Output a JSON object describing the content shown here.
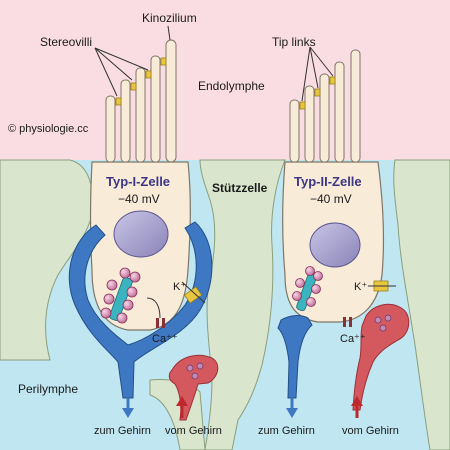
{
  "labels": {
    "kinozilium": "Kinozilium",
    "stereovilli": "Stereovilli",
    "tip_links": "Tip links",
    "endolymphe": "Endolymphe",
    "copyright": "© physiologie.cc",
    "stuetzzelle": "Stützzelle",
    "perilymphe": "Perilymphe",
    "zum_gehirn_left": "zum Gehirn",
    "vom_gehirn_left": "vom Gehirn",
    "zum_gehirn_right": "zum Gehirn",
    "vom_gehirn_right": "vom Gehirn"
  },
  "cells": [
    {
      "name": "Typ-I-Zelle",
      "potential": "−40 mV",
      "k_label": "K⁺",
      "ca_label": "Ca⁺⁺"
    },
    {
      "name": "Typ-II-Zelle",
      "potential": "−40 mV",
      "k_label": "K⁺",
      "ca_label": "Ca⁺⁺"
    }
  ],
  "colors": {
    "endolymph_bg": "#f9dde3",
    "perilymph_bg": "#bfe6f1",
    "support_cell": "#d9e5cd",
    "hair_cell": "#f8ecd8",
    "nucleus": "#9f99c4",
    "afferent": "#3f78c2",
    "efferent": "#d4595f",
    "cell_title": "#3d3585"
  }
}
